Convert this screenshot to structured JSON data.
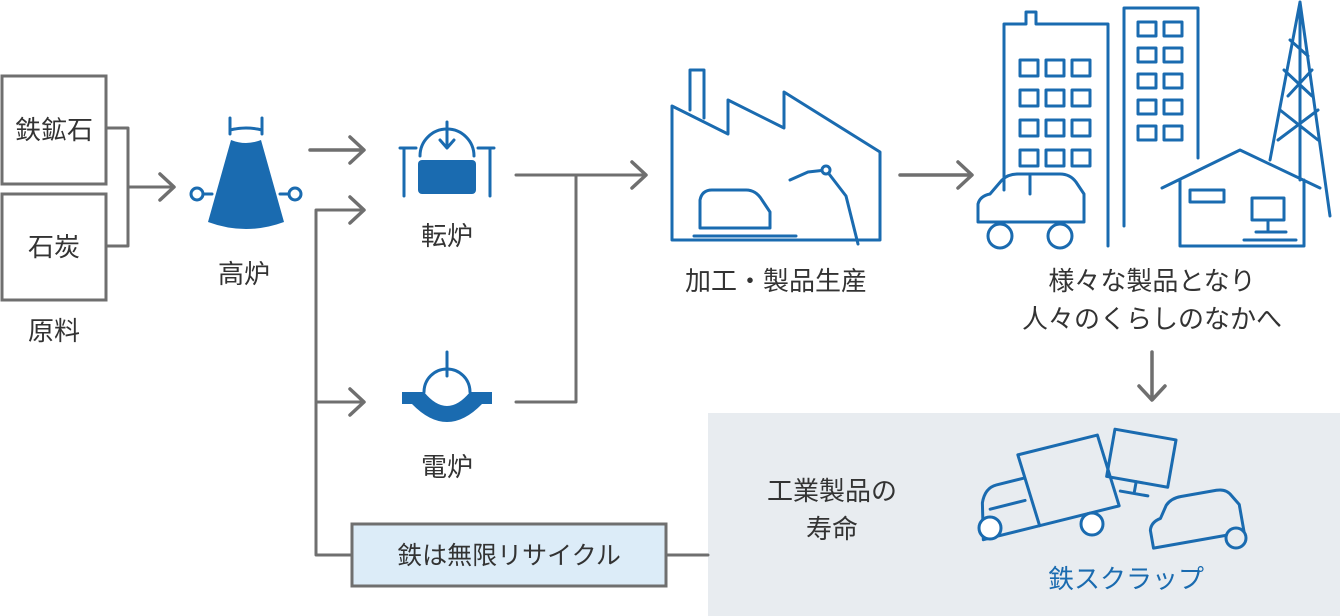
{
  "colors": {
    "accent": "#1a6bb0",
    "connector": "#6f6f6f",
    "lifespan_panel": "#e8ecf0",
    "badge_fill": "#dcecf8"
  },
  "raw_materials": {
    "iron_ore": "鉄鉱石",
    "coal": "石炭",
    "group_label": "原料"
  },
  "blast_furnace": {
    "label": "高炉",
    "icon": "blast-furnace-icon"
  },
  "converter": {
    "label": "転炉",
    "icon": "converter-icon"
  },
  "electric_furnace": {
    "label": "電炉",
    "icon": "electric-furnace-icon"
  },
  "manufacturing": {
    "label": "加工・製品生産",
    "icon": "factory-icon"
  },
  "daily_life": {
    "line1": "様々な製品となり",
    "line2": "人々のくらしのなかへ",
    "icon": "city-icon"
  },
  "lifespan": {
    "line1": "工業製品の",
    "line2": "寿命"
  },
  "scrap": {
    "label": "鉄スクラップ",
    "icon": "scrap-icon"
  },
  "recycle_badge": {
    "label": "鉄は無限リサイクル"
  }
}
